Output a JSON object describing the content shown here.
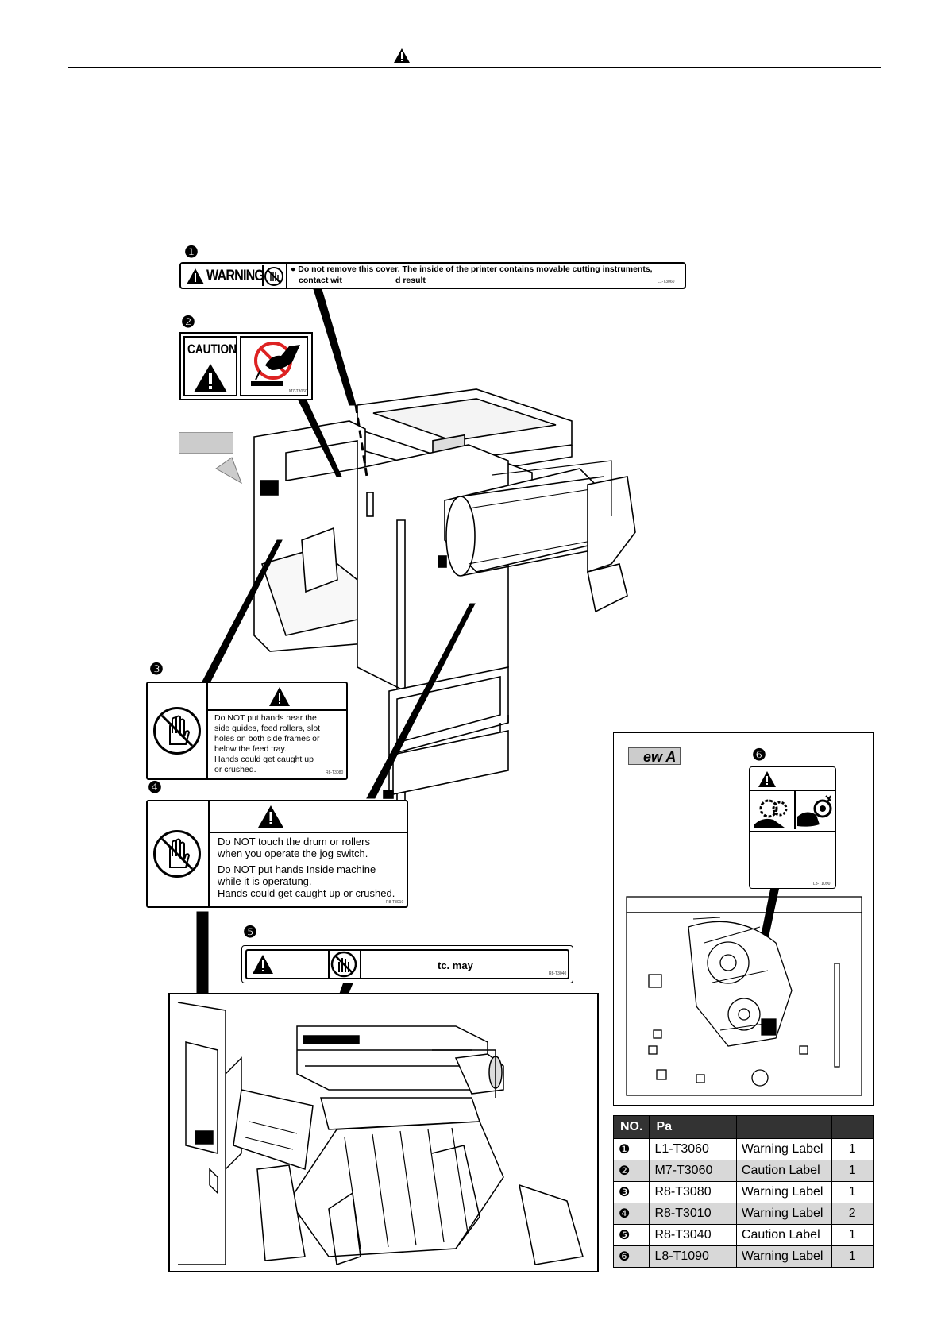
{
  "labels": {
    "n1": "❶",
    "n2": "❷",
    "n3": "❸",
    "n4": "❹",
    "n5": "❺",
    "n6": "❻",
    "l1_title": "WARNING",
    "l1_text1": "● Do not remove this cover.  The inside of the printer contains movable cutting instruments,",
    "l1_text2": "contact wit",
    "l1_text3": "d result",
    "l1_code": "L1-T3060",
    "l2_title": "CAUTION",
    "l2_code": "M7-T3060",
    "l3_lines": [
      "Do NOT put hands near the",
      "side guides, feed rollers, slot",
      "holes on both side frames or",
      "below the feed tray.",
      "Hands could get caught up",
      "or crushed."
    ],
    "l3_code": "R8-T3080",
    "l4_lines": [
      "Do NOT touch the drum or rollers",
      "when you operate the jog switch.",
      "Do NOT put hands Inside machine",
      "while it is operatung.",
      "Hands could get caught up or crushed."
    ],
    "l4_code": "R8-T3010",
    "l5_text": "tc. may",
    "l5_code": "R8-T3040",
    "l6_code": "L8-T1090",
    "view_a": "ew A"
  },
  "table": {
    "headers": [
      "NO.",
      "Pa",
      "",
      ""
    ],
    "rows": [
      {
        "no": "❶",
        "part": "L1-T3060",
        "name": "Warning Label",
        "qty": "1"
      },
      {
        "no": "❷",
        "part": "M7-T3060",
        "name": "Caution Label",
        "qty": "1"
      },
      {
        "no": "❸",
        "part": "R8-T3080",
        "name": "Warning Label",
        "qty": "1"
      },
      {
        "no": "❹",
        "part": "R8-T3010",
        "name": "Warning Label",
        "qty": "2"
      },
      {
        "no": "❺",
        "part": "R8-T3040",
        "name": "Caution Label",
        "qty": "1"
      },
      {
        "no": "❻",
        "part": "L8-T1090",
        "name": "Warning Label",
        "qty": "1"
      }
    ]
  }
}
